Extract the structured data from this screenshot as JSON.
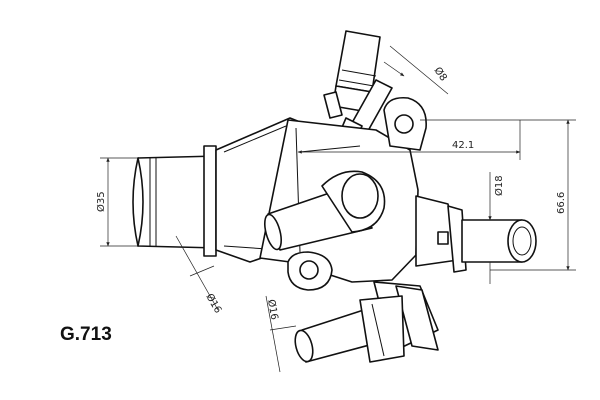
{
  "model": "G.713",
  "dimensions": {
    "d8": "Ø8",
    "d18": "Ø18",
    "d35": "Ø35",
    "d16_left": "Ø16",
    "d16_bottom": "Ø16",
    "len_42": "42.1",
    "len_66": "66.6"
  }
}
